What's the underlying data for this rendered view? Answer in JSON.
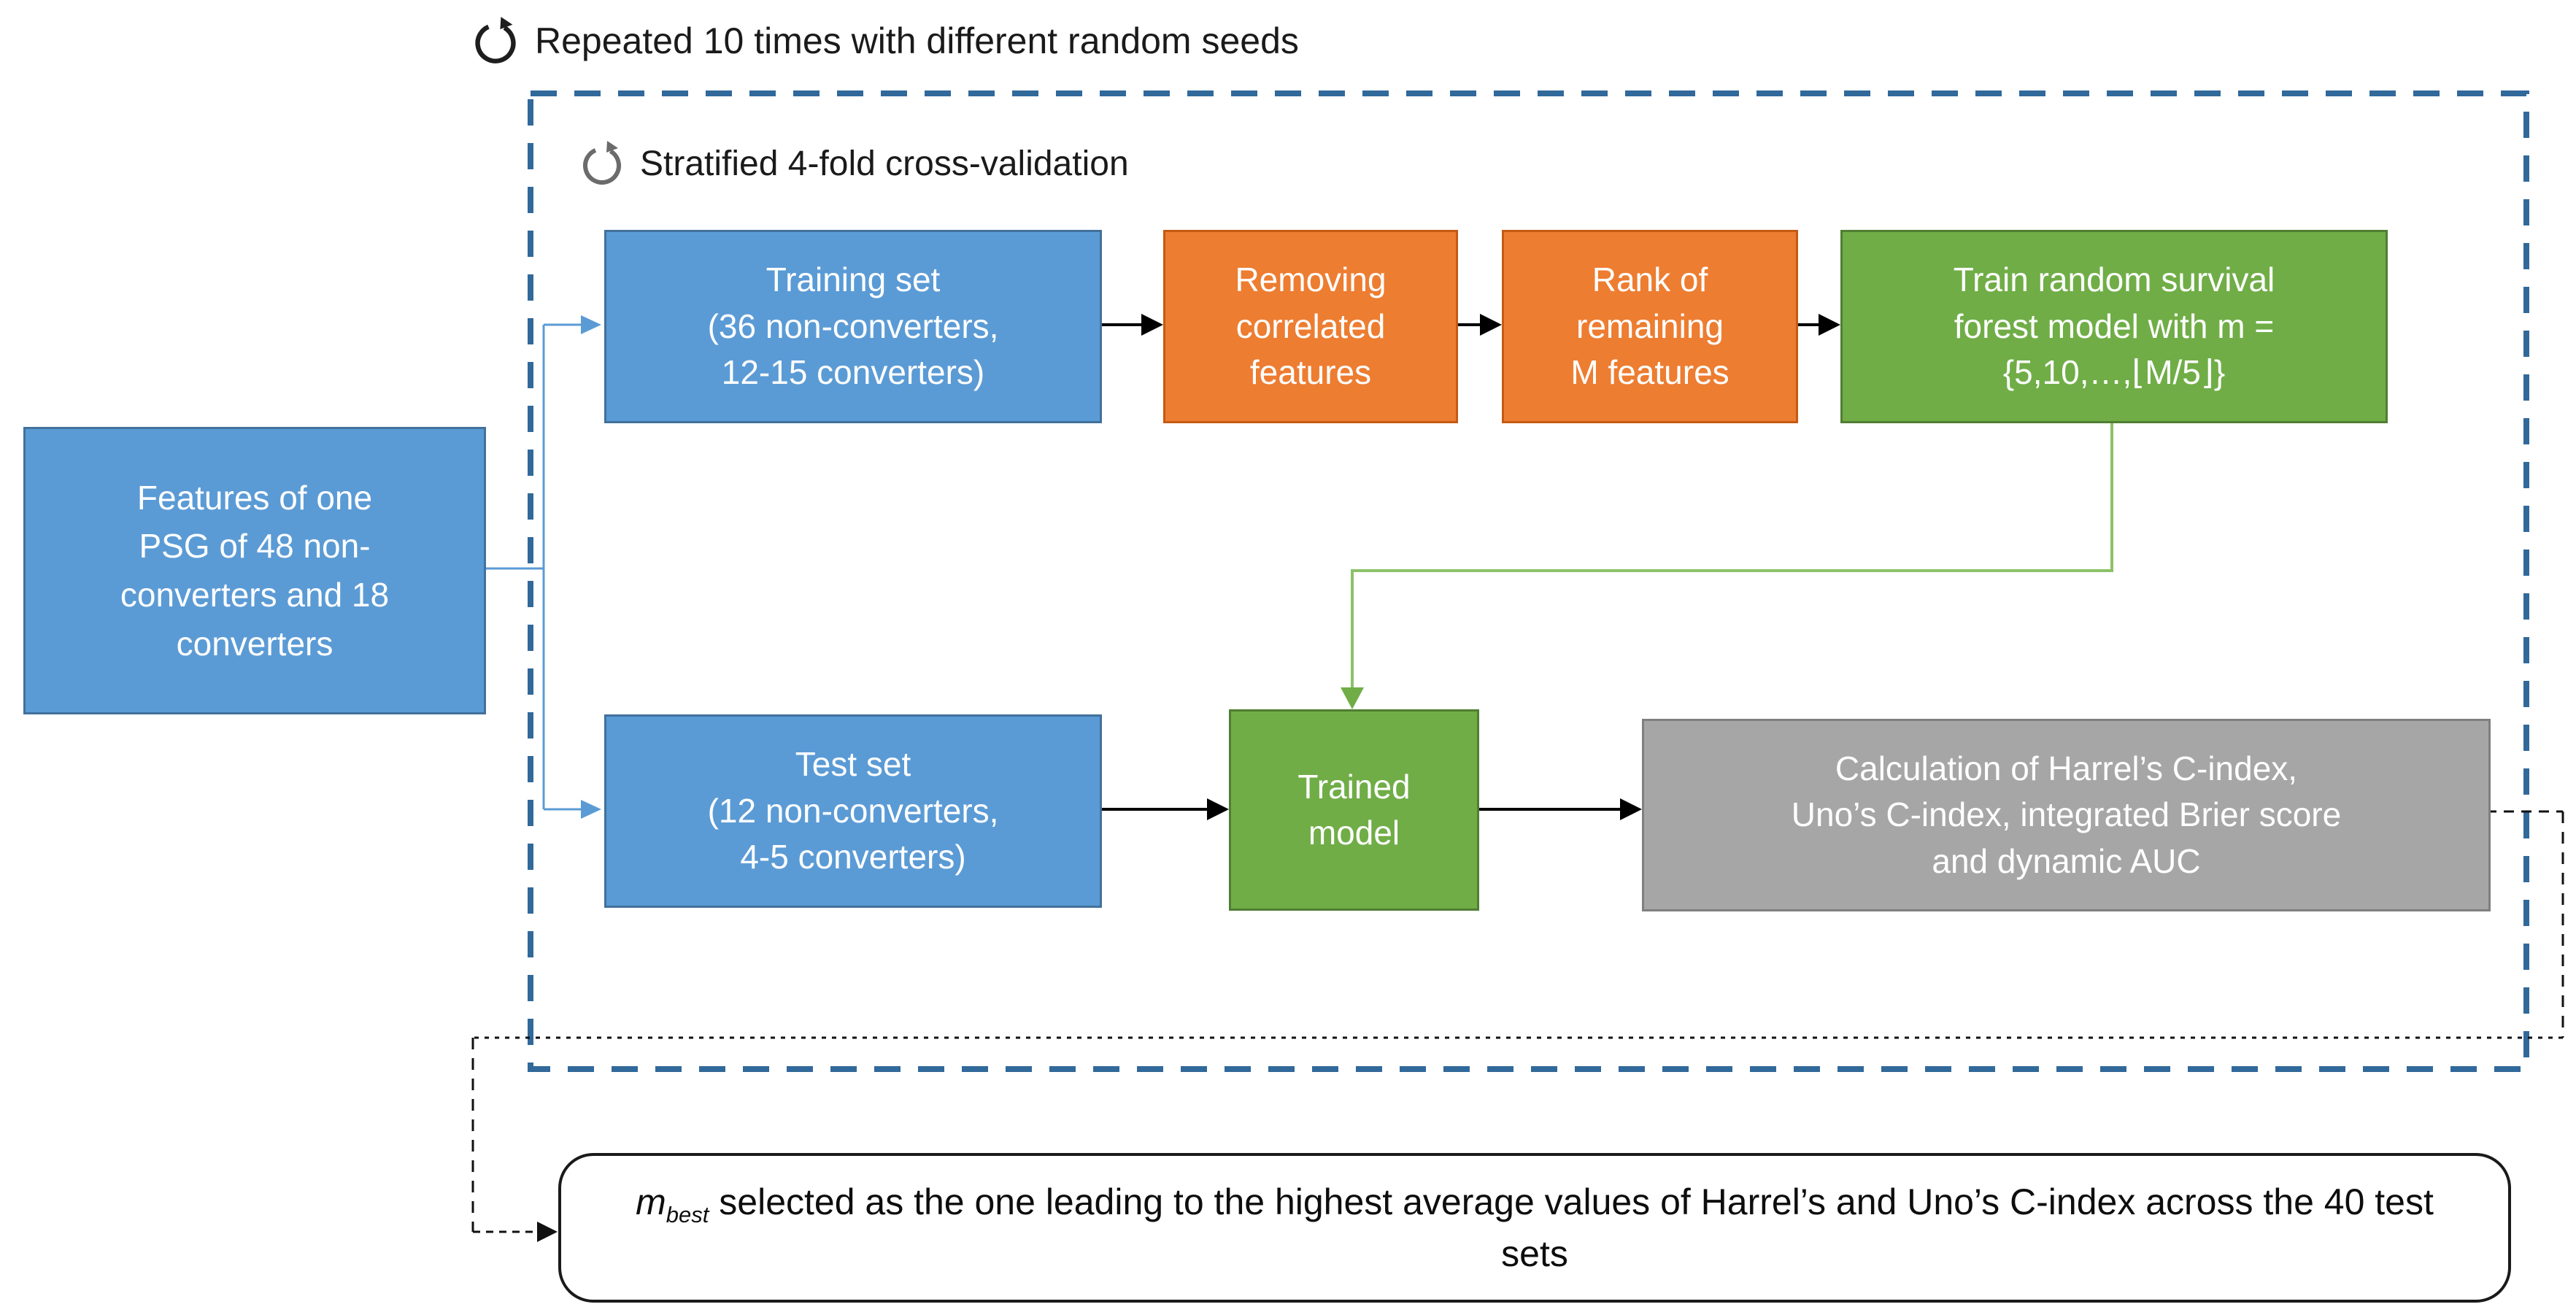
{
  "figure": {
    "type": "flowchart",
    "outer_loop": {
      "icon": "refresh-icon",
      "text": "Repeated 10 times with different random seeds"
    },
    "inner_loop": {
      "icon": "refresh-icon",
      "text": "Stratified 4-fold cross-validation"
    },
    "boxes": {
      "features": {
        "text": "Features of one\nPSG of 48 non-\nconverters and 18\nconverters",
        "color": "#5B9BD5"
      },
      "training": {
        "text": "Training set\n(36 non-converters,\n12-15 converters)",
        "color": "#5B9BD5"
      },
      "removing": {
        "text": "Removing\ncorrelated\nfeatures",
        "color": "#ED7D31"
      },
      "rank": {
        "text": "Rank of\nremaining\nM features",
        "color": "#ED7D31"
      },
      "rsf": {
        "text": "Train random survival\nforest model with m =\n{5,10,…,⌊M/5⌋}",
        "color": "#70AD47"
      },
      "test": {
        "text": "Test set\n(12 non-converters,\n4-5 converters)",
        "color": "#5B9BD5"
      },
      "trained": {
        "text": "Trained\nmodel",
        "color": "#70AD47"
      },
      "calc": {
        "text": "Calculation of Harrel’s C-index,\nUno’s C-index, integrated Brier score\nand dynamic AUC",
        "color": "#A6A6A6"
      }
    },
    "conclusion": {
      "var": "m",
      "subscript": "best",
      "rest": " selected as the one leading to the highest average values of Harrel’s and Uno’s C-index across the 40 test sets"
    },
    "colors": {
      "box_blue": "#5B9BD5",
      "box_blue_border": "#41719C",
      "box_orange": "#ED7D31",
      "box_orange_border": "#C55A11",
      "box_green": "#70AD47",
      "box_green_border": "#507E32",
      "box_gray": "#A6A6A6",
      "box_gray_border": "#7F7F7F",
      "dashed_frame_blue": "#31699B",
      "connector_blue": "#5B9BD5",
      "connector_green": "#8CC168",
      "connector_black": "#111111"
    }
  }
}
